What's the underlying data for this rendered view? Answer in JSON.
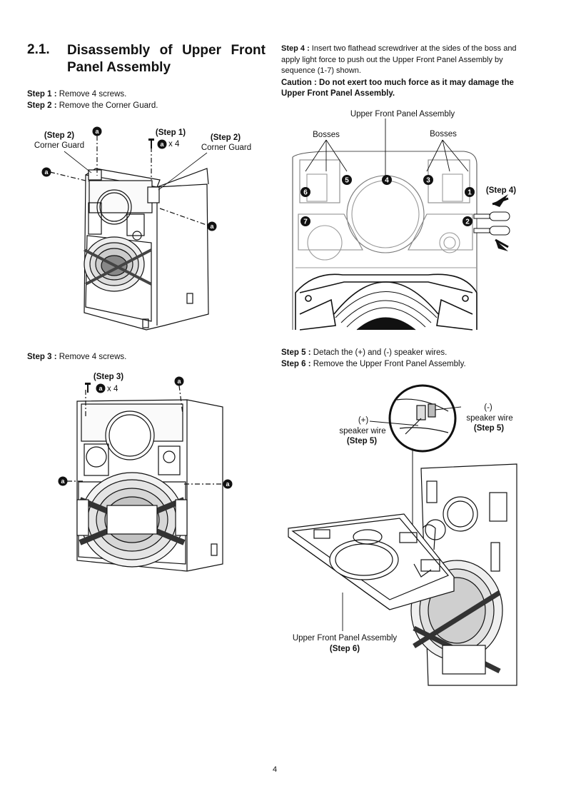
{
  "section": {
    "number": "2.1.",
    "title_line1": "Disassembly of Upper Front",
    "title_line2": "Panel Assembly"
  },
  "steps": {
    "s1": {
      "label": "Step 1 :",
      "text": " Remove 4 screws."
    },
    "s2": {
      "label": "Step 2 :",
      "text": " Remove the Corner Guard."
    },
    "s3": {
      "label": "Step 3 :",
      "text": " Remove 4 screws."
    },
    "s4": {
      "label": "Step 4 :",
      "text": " Insert two flathead screwdriver at the sides of the boss and apply light force to push out the Upper Front Panel Assembly by sequence (1-7) shown."
    },
    "caution": "Caution : Do not exert too much force as it may damage the Upper Front Panel Assembly.",
    "s5": {
      "label": "Step 5 :",
      "text": " Detach the (+) and (-) speaker wires."
    },
    "s6": {
      "label": "Step 6 :",
      "text": " Remove the Upper Front Panel Assembly."
    }
  },
  "fig1": {
    "step2_left": "(Step 2)",
    "corner_guard_left": "Corner Guard",
    "step1": "(Step 1)",
    "screw_count": "x 4",
    "step2_right": "(Step 2)",
    "corner_guard_right": "Corner Guard",
    "marker": "a"
  },
  "fig2": {
    "step3": "(Step 3)",
    "screw_count": "x 4",
    "marker": "a"
  },
  "fig3": {
    "title": "Upper Front Panel Assembly",
    "bosses_left": "Bosses",
    "bosses_right": "Bosses",
    "step4": "(Step 4)",
    "numbers": [
      "1",
      "2",
      "3",
      "4",
      "5",
      "6",
      "7"
    ]
  },
  "fig4": {
    "plus": "(+)",
    "plus_wire": "speaker wire",
    "plus_step": "(Step 5)",
    "minus": "(-)",
    "minus_wire": "speaker wire",
    "minus_step": "(Step 5)",
    "assembly": "Upper Front Panel Assembly",
    "assembly_step": "(Step 6)"
  },
  "page_number": "4"
}
